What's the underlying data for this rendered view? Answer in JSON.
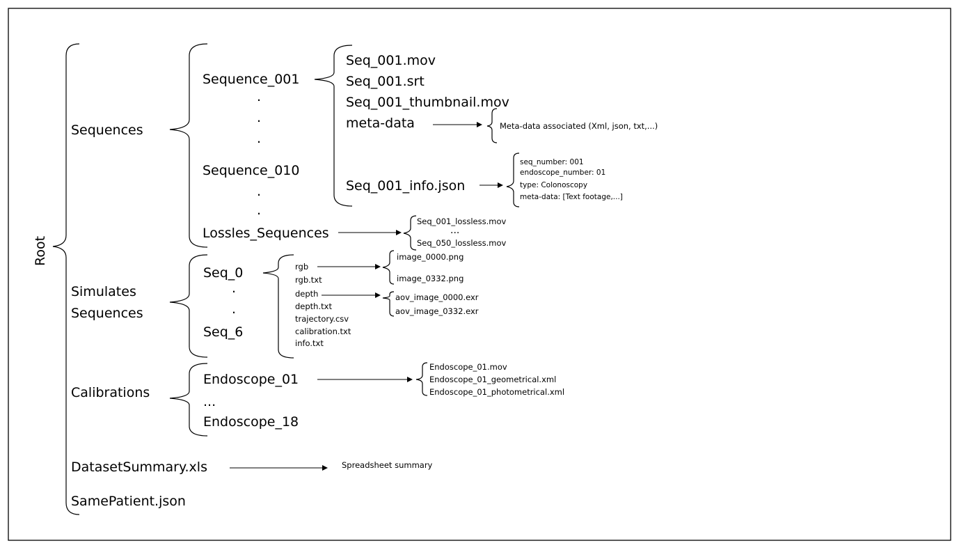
{
  "root": "Root",
  "sequences": {
    "label": "Sequences",
    "seq_first": "Sequence_001",
    "seq_last": "Sequence_010",
    "lossless": "Lossles_Sequences",
    "files": [
      "Seq_001.mov",
      "Seq_001.srt",
      "Seq_001_thumbnail.mov",
      "meta-data",
      "Seq_001_info.json"
    ],
    "meta_note": "Meta-data associated (Xml, json, txt,...)",
    "info_fields": [
      "seq_number:  001",
      "endoscope_number:  01",
      "type:  Colonoscopy",
      "meta-data: [Text footage,...]"
    ],
    "lossless_files": [
      "Seq_001_lossless.mov",
      "...",
      "Seq_050_lossless.mov"
    ]
  },
  "simulated": {
    "label_line1": "Simulates",
    "label_line2": "Sequences",
    "seq_first": "Seq_0",
    "seq_last": "Seq_6",
    "files": [
      "rgb",
      "rgb.txt",
      "depth",
      "depth.txt",
      "trajectory.csv",
      "calibration.txt",
      "info.txt"
    ],
    "rgb_files": [
      "image_0000.png",
      "image_0332.png"
    ],
    "depth_files": [
      "aov_image_0000.exr",
      "aov_image_0332.exr"
    ]
  },
  "calibrations": {
    "label": "Calibrations",
    "first": "Endoscope_01",
    "ellipsis": "...",
    "last": "Endoscope_18",
    "files": [
      "Endoscope_01.mov",
      "Endoscope_01_geometrical.xml",
      "Endoscope_01_photometrical.xml"
    ]
  },
  "summary": {
    "label": "DatasetSummary.xls",
    "note": "Spreadsheet summary"
  },
  "same_patient": "SamePatient.json"
}
